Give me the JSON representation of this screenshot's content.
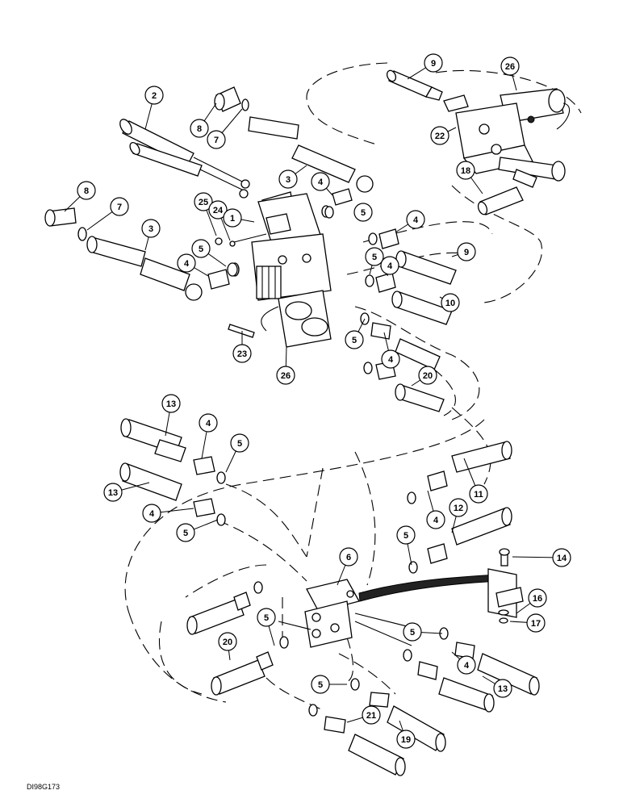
{
  "drawing": {
    "code": "DI98G173"
  },
  "callouts": [
    {
      "n": "9"
    },
    {
      "n": "26"
    },
    {
      "n": "2"
    },
    {
      "n": "8"
    },
    {
      "n": "7"
    },
    {
      "n": "22"
    },
    {
      "n": "3"
    },
    {
      "n": "4"
    },
    {
      "n": "18"
    },
    {
      "n": "8"
    },
    {
      "n": "7"
    },
    {
      "n": "25"
    },
    {
      "n": "24"
    },
    {
      "n": "1"
    },
    {
      "n": "3"
    },
    {
      "n": "5"
    },
    {
      "n": "4"
    },
    {
      "n": "5"
    },
    {
      "n": "4"
    },
    {
      "n": "9"
    },
    {
      "n": "5"
    },
    {
      "n": "4"
    },
    {
      "n": "10"
    },
    {
      "n": "23"
    },
    {
      "n": "26"
    },
    {
      "n": "5"
    },
    {
      "n": "4"
    },
    {
      "n": "20"
    },
    {
      "n": "13"
    },
    {
      "n": "4"
    },
    {
      "n": "5"
    },
    {
      "n": "13"
    },
    {
      "n": "4"
    },
    {
      "n": "5"
    },
    {
      "n": "11"
    },
    {
      "n": "4"
    },
    {
      "n": "12"
    },
    {
      "n": "5"
    },
    {
      "n": "6"
    },
    {
      "n": "14"
    },
    {
      "n": "16"
    },
    {
      "n": "17"
    },
    {
      "n": "5"
    },
    {
      "n": "20"
    },
    {
      "n": "5"
    },
    {
      "n": "4"
    },
    {
      "n": "13"
    },
    {
      "n": "5"
    },
    {
      "n": "21"
    },
    {
      "n": "19"
    }
  ]
}
